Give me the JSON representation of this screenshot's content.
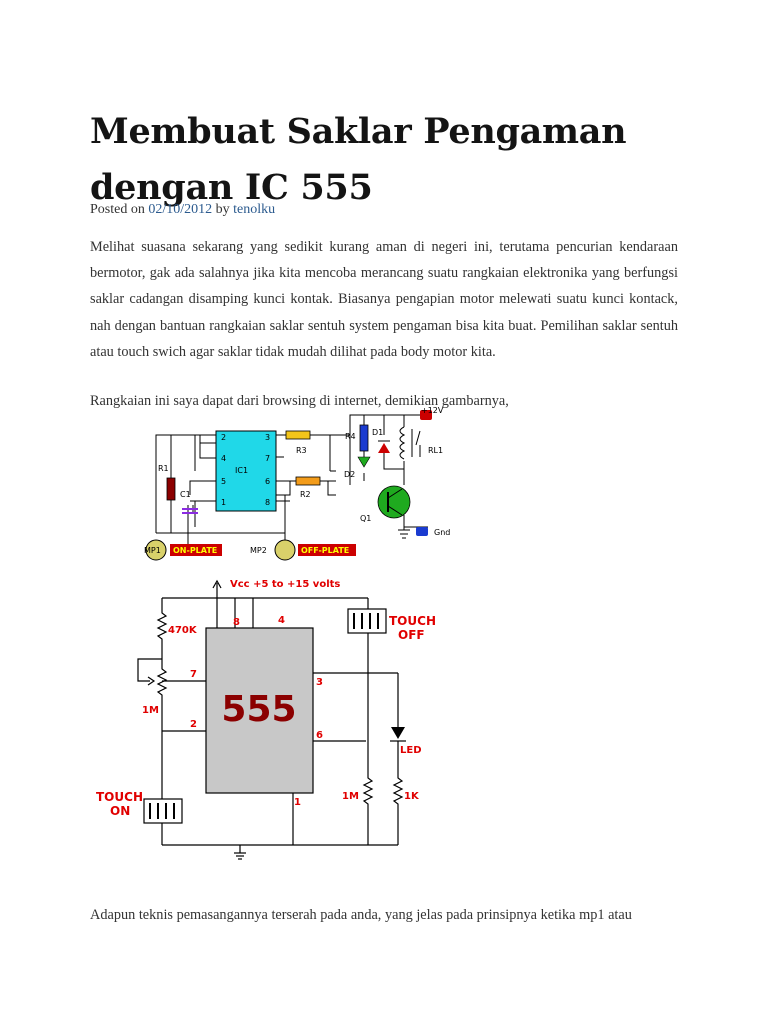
{
  "article": {
    "title": "Membuat Saklar Pengaman dengan IC 555",
    "meta": {
      "posted_on": "Posted on",
      "date": "02/10/2012",
      "by": "by",
      "author": "tenolku"
    },
    "paragraphs": [
      "Melihat suasana sekarang yang sedikit kurang aman di negeri ini, terutama pencurian kendaraan bermotor, gak ada salahnya jika kita mencoba merancang suatu rangkaian elektronika yang berfungsi saklar cadangan disamping kunci kontak. Biasanya pengapian motor melewati suatu kunci kontack, nah dengan bantuan  rangkaian  saklar sentuh system pengaman bisa kita buat. Pemilihan saklar sentuh atau touch swich agar saklar tidak mudah  dilihat pada  body motor kita.",
      "Rangkaian ini saya dapat dari browsing di internet, demikian gambarnya,",
      "Adapun teknis pemasangannya terserah pada anda, yang jelas pada prinsipnya ketika mp1 atau"
    ]
  },
  "figure1": {
    "labels": {
      "vcc": "+12V",
      "gnd": "Gnd",
      "ic": "IC1",
      "r1": "R1",
      "r2": "R2",
      "r3": "R3",
      "r4": "R4",
      "d1": "D1",
      "d2": "D2",
      "c1": "C1",
      "q1": "Q1",
      "rl1": "RL1",
      "mp1": "MP1",
      "mp2": "MP2",
      "on_plate": "ON-PLATE",
      "off_plate": "OFF-PLATE",
      "pin2": "2",
      "pin3": "3",
      "pin4": "4",
      "pin5": "5",
      "pin6": "6",
      "pin7": "7",
      "pin1": "1",
      "pin8": "8"
    }
  },
  "figure2": {
    "labels": {
      "vcc": "Vcc +5 to +15 volts",
      "chip": "555",
      "r470k": "470K",
      "pot1m": "1M",
      "r1m": "1M",
      "r1k": "1K",
      "led": "LED",
      "touch_on_1": "TOUCH",
      "touch_on_2": "ON",
      "touch_off_1": "TOUCH",
      "touch_off_2": "OFF",
      "pin8": "8",
      "pin4": "4",
      "pin7": "7",
      "pin2": "2",
      "pin3": "3",
      "pin6": "6",
      "pin1": "1"
    }
  },
  "colors": {
    "link": "#2b5a8e",
    "chip_fill": "#c8c8c8",
    "chip_text": "#8b0000",
    "label_red": "#e00000",
    "ic1_fill": "#20d8e8",
    "plate_label_bg": "#cc0000",
    "plate_label_text": "#ffff00",
    "transistor": "#1faa1f"
  }
}
